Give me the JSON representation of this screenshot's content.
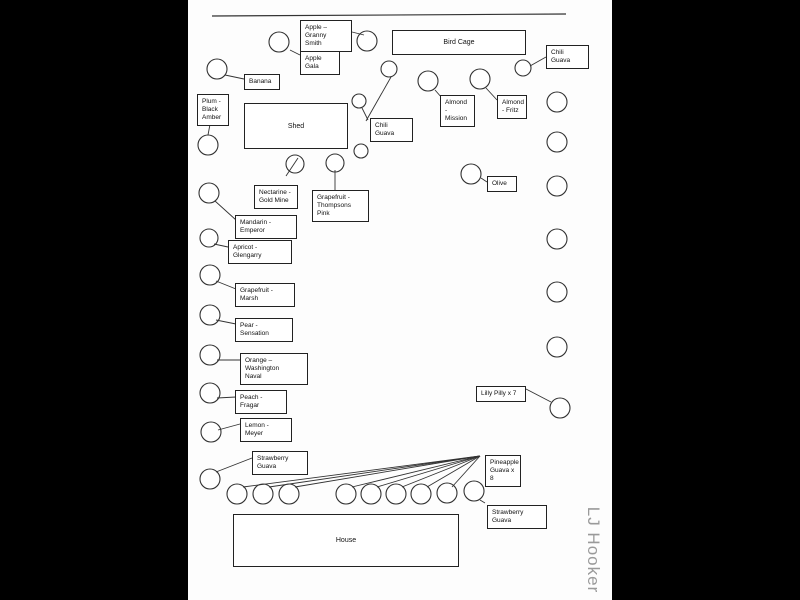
{
  "buildings": {
    "bird_cage": "Bird Cage",
    "shed": "Shed",
    "house": "House"
  },
  "labels": {
    "apple_granny_smith": "Apple – Granny\nSmith",
    "apple_gala": "Apple Gala",
    "chili_guava_top_right": "Chili Guava",
    "banana": "Banana",
    "plum_black_amber": "Plum -\nBlack\nAmber",
    "almond_mission": "Almond -\nMission",
    "almond_fritz": "Almond\n- Fritz",
    "chili_guava_mid": "Chili Guava",
    "nectarine_gold_mine": "Nectarine -\nGold Mine",
    "grapefruit_thompsons_pink": "Grapefruit -\nThompsons Pink",
    "olive": "Olive",
    "mandarin_emperor": "Mandarin - Emperor",
    "apricot_glengarry": "Apricot - Glengarry",
    "grapefruit_marsh": "Grapefruit - Marsh",
    "pear_sensation": "Pear - Sensation",
    "orange_washington_naval": "Orange – Washington\nNaval",
    "lilly_pilly": "Lilly Pilly x 7",
    "peach_fragar": "Peach - Fragar",
    "lemon_meyer": "Lemon - Meyer",
    "strawberry_guava_left": "Strawberry Guava",
    "pineapple_guava": "Pineapple\nGuava x 8",
    "strawberry_guava_right": "Strawberry Guava"
  },
  "watermark": "LJ Hooker"
}
